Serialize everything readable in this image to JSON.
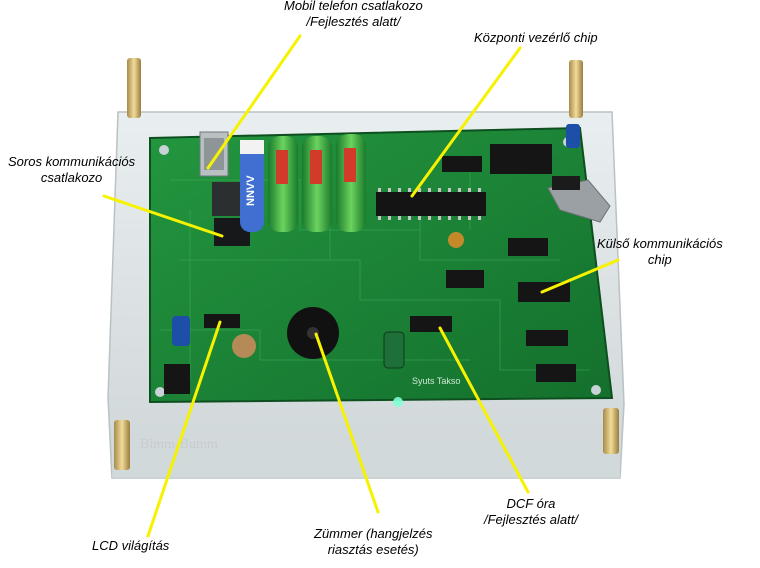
{
  "image": {
    "subject": "pcb-on-acrylic-base",
    "colors": {
      "background": "#ffffff",
      "pcb": "#1f8a3a",
      "pcb_dark": "#0f5a24",
      "acrylic": "#dfe7e9",
      "callout_line": "#f6f200",
      "label_text": "#000000"
    }
  },
  "labels": {
    "mobil": {
      "line1": "Mobil telefon csatlakozo",
      "line2": "/Fejlesztés alatt/"
    },
    "kozponti": {
      "line1": "Központi vezérlő chip"
    },
    "soros": {
      "line1": "Soros kommunikációs",
      "line2": "csatlakozo"
    },
    "kulso": {
      "line1": "Külső kommunikációs",
      "line2": "chip"
    },
    "lcd": {
      "line1": "LCD világítás"
    },
    "zummer": {
      "line1": "Zümmer (hangjelzés",
      "line2": "riasztás esetés)"
    },
    "dcf": {
      "line1": "DCF óra",
      "line2": "/Fejlesztés alatt/"
    }
  },
  "board_texts": {
    "battery_brand": "NNVV",
    "silkscreen": "Syuts Takso"
  }
}
